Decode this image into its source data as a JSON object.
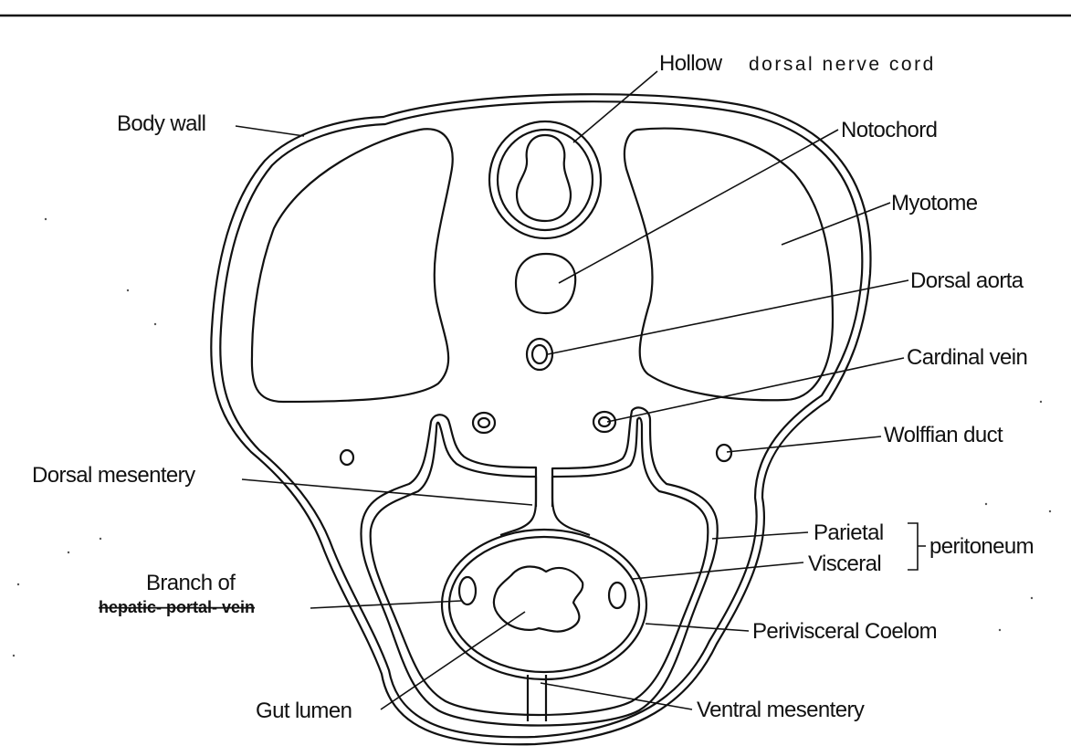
{
  "labels": {
    "nerve_cord_a": "Hollow",
    "nerve_cord_b": "dorsal nerve cord",
    "body_wall": "Body wall",
    "notochord": "Notochord",
    "myotome": "Myotome",
    "dorsal_aorta": "Dorsal aorta",
    "cardinal_vein": "Cardinal vein",
    "wolffian_duct": "Wolffian duct",
    "dorsal_mesentery": "Dorsal mesentery",
    "parietal": "Parietal",
    "visceral": "Visceral",
    "peritoneum": "peritoneum",
    "branch_of": "Branch of",
    "hepatic_portal_vein": "hepatic- portal- vein",
    "perivisceral_coelom": "Perivisceral Coelom",
    "gut_lumen": "Gut lumen",
    "ventral_mesentery": "Ventral mesentery"
  }
}
